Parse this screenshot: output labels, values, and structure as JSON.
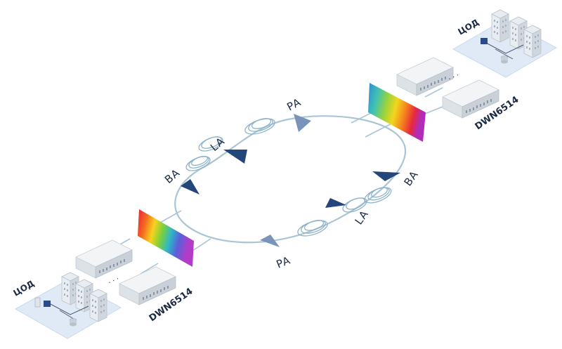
{
  "labels": {
    "amp_top_ba": "BA",
    "amp_top_la": "LA",
    "amp_top_pa": "PA",
    "amp_bottom_ba": "BA",
    "amp_bottom_la": "LA",
    "amp_bottom_pa": "PA",
    "datacenter_top": "ЦОД",
    "datacenter_bottom": "ЦОД",
    "device_top": "DWN6514",
    "device_bottom": "DWN6514",
    "ellipsis_top": "· · ·",
    "ellipsis_bottom": "· · ·"
  },
  "colors": {
    "ring": "#a9c5d6",
    "amplifier_dark": "#25467a",
    "amplifier_light": "#7a93b9",
    "label": "#1b2a44",
    "pad": "#dfeaf6"
  }
}
